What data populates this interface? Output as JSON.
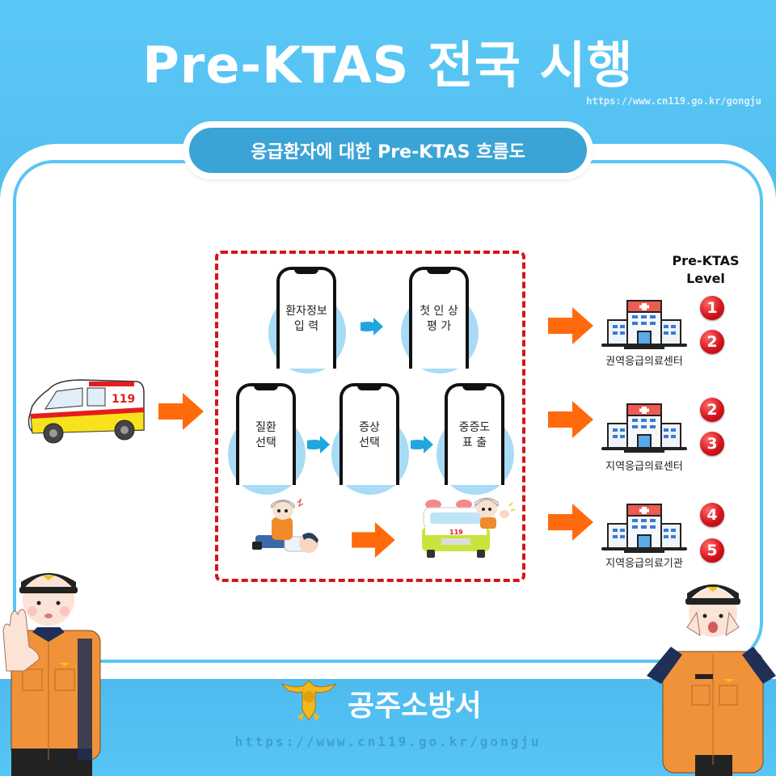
{
  "header": {
    "title": "Pre-KTAS 전국 시행",
    "url": "https://www.cn119.go.kr/gongju"
  },
  "subtitle": "응급환자에 대한 Pre-KTAS 흐름도",
  "flow": {
    "start_icon": "ambulance-icon",
    "row1": [
      {
        "label": "환자정보\n입 력"
      },
      {
        "label": "첫 인 상\n평 가"
      }
    ],
    "row2": [
      {
        "label": "질환\n선택"
      },
      {
        "label": "증상\n선택"
      },
      {
        "label": "중증도\n표 출"
      }
    ],
    "row3": {
      "left_icon": "paramedic-treating-patient-illustration",
      "right_icon": "ambulance-with-paramedic-illustration"
    }
  },
  "levels": {
    "title": "Pre-KTAS\nLevel",
    "destinations": [
      {
        "label": "권역응급의료센터",
        "levels": [
          "1",
          "2"
        ]
      },
      {
        "label": "지역응급의료센터",
        "levels": [
          "2",
          "3"
        ]
      },
      {
        "label": "지역응급의료기관",
        "levels": [
          "4",
          "5"
        ]
      }
    ]
  },
  "footer": {
    "org_name": "공주소방서",
    "url": "https://www.cn119.go.kr/gongju"
  },
  "colors": {
    "background": "#55c6f6",
    "pill": "#3ba4d6",
    "dashed_border": "#d4141c",
    "orange_arrow": "#ff6a0d",
    "blue_arrow": "#1ea6df",
    "badge_red": "#d6141b"
  }
}
